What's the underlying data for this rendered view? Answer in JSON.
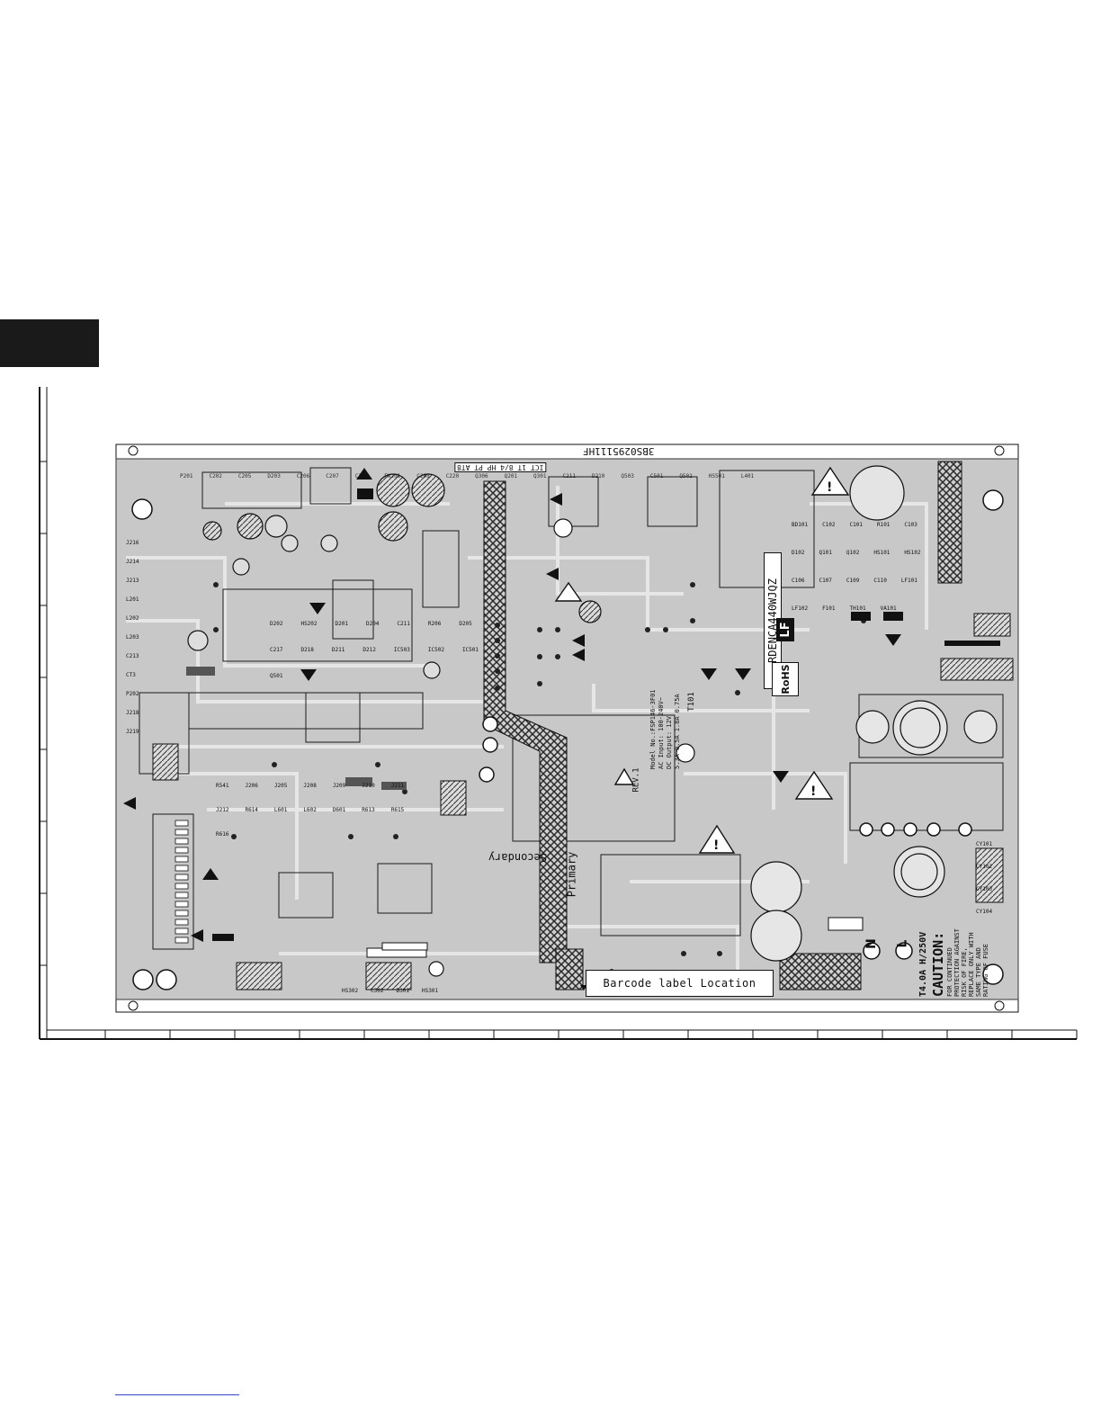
{
  "board": {
    "part_number": "3BS0295111HF",
    "revision_tags": "ICT 1T 8/4 HP PT AT8",
    "barcode_label": "Barcode label Location",
    "model_code": "RDENCA440WJQZ",
    "rohs": "RoHS",
    "lf_mark": "LF",
    "secondary_label": "Secondary",
    "primary_label": "Primary",
    "caution_title": "CAUTION:",
    "caution_lines": [
      "FOR CONTINUED",
      "PROTECTION AGAINST",
      "RISK OF FIRE,",
      "REPLACE ONLY WITH",
      "SAME TYPE AND",
      "RATING OF FUSE"
    ],
    "fuse_rating": "T4.0A H/250V",
    "transformer_ref": "T101",
    "transformer_rev": "REV.1",
    "terminal_n": "N",
    "terminal_l": "L"
  },
  "components": {
    "top_row": [
      "P201",
      "C202",
      "C205",
      "D203",
      "C206",
      "C207",
      "C209",
      "FW201",
      "C208",
      "C220",
      "Q306",
      "Q201",
      "Q301",
      "C211",
      "D210",
      "Q503",
      "C501",
      "Q502",
      "HS501",
      "L401"
    ],
    "left_column": [
      "J216",
      "J214",
      "J213",
      "L201",
      "L202",
      "L203",
      "C213",
      "CT3",
      "P202",
      "J218",
      "J219"
    ],
    "middle": [
      "D202",
      "HS202",
      "D201",
      "D204",
      "C211",
      "R206",
      "D205",
      "C217",
      "D218",
      "D211",
      "D212",
      "IC503",
      "IC502",
      "IC501",
      "Q501"
    ],
    "lower_middle": [
      "R541",
      "J206",
      "J205",
      "J208",
      "J209",
      "J210",
      "J211",
      "J212",
      "R614",
      "L601",
      "L602",
      "D601",
      "R613",
      "R615",
      "R616"
    ],
    "right": [
      "BD101",
      "C102",
      "C101",
      "R101",
      "C103",
      "D102",
      "Q101",
      "Q102",
      "HS101",
      "HS102",
      "C106",
      "C107",
      "C109",
      "C110",
      "LF101",
      "LF102",
      "F101",
      "TH101",
      "VA101"
    ],
    "bottom": [
      "HS302",
      "C302",
      "D301",
      "HS301",
      "CY101",
      "CY102",
      "CY103",
      "CY104"
    ]
  },
  "legend": {
    "model_text": "Model No.:FSP146-3F01",
    "ac_input": "AC Input: 100-240V~",
    "dc_output": "DC Output: 12V",
    "ratings": [
      "5.3A",
      "0.5A",
      "1.8A",
      "0.75A"
    ]
  },
  "colors": {
    "board_fill": "#c8c8c8",
    "trace": "#a8a8a8",
    "ink": "#111111",
    "hatch": "#2a2a2a",
    "page_tab": "#1a1a1a",
    "link": "#3344cc"
  }
}
